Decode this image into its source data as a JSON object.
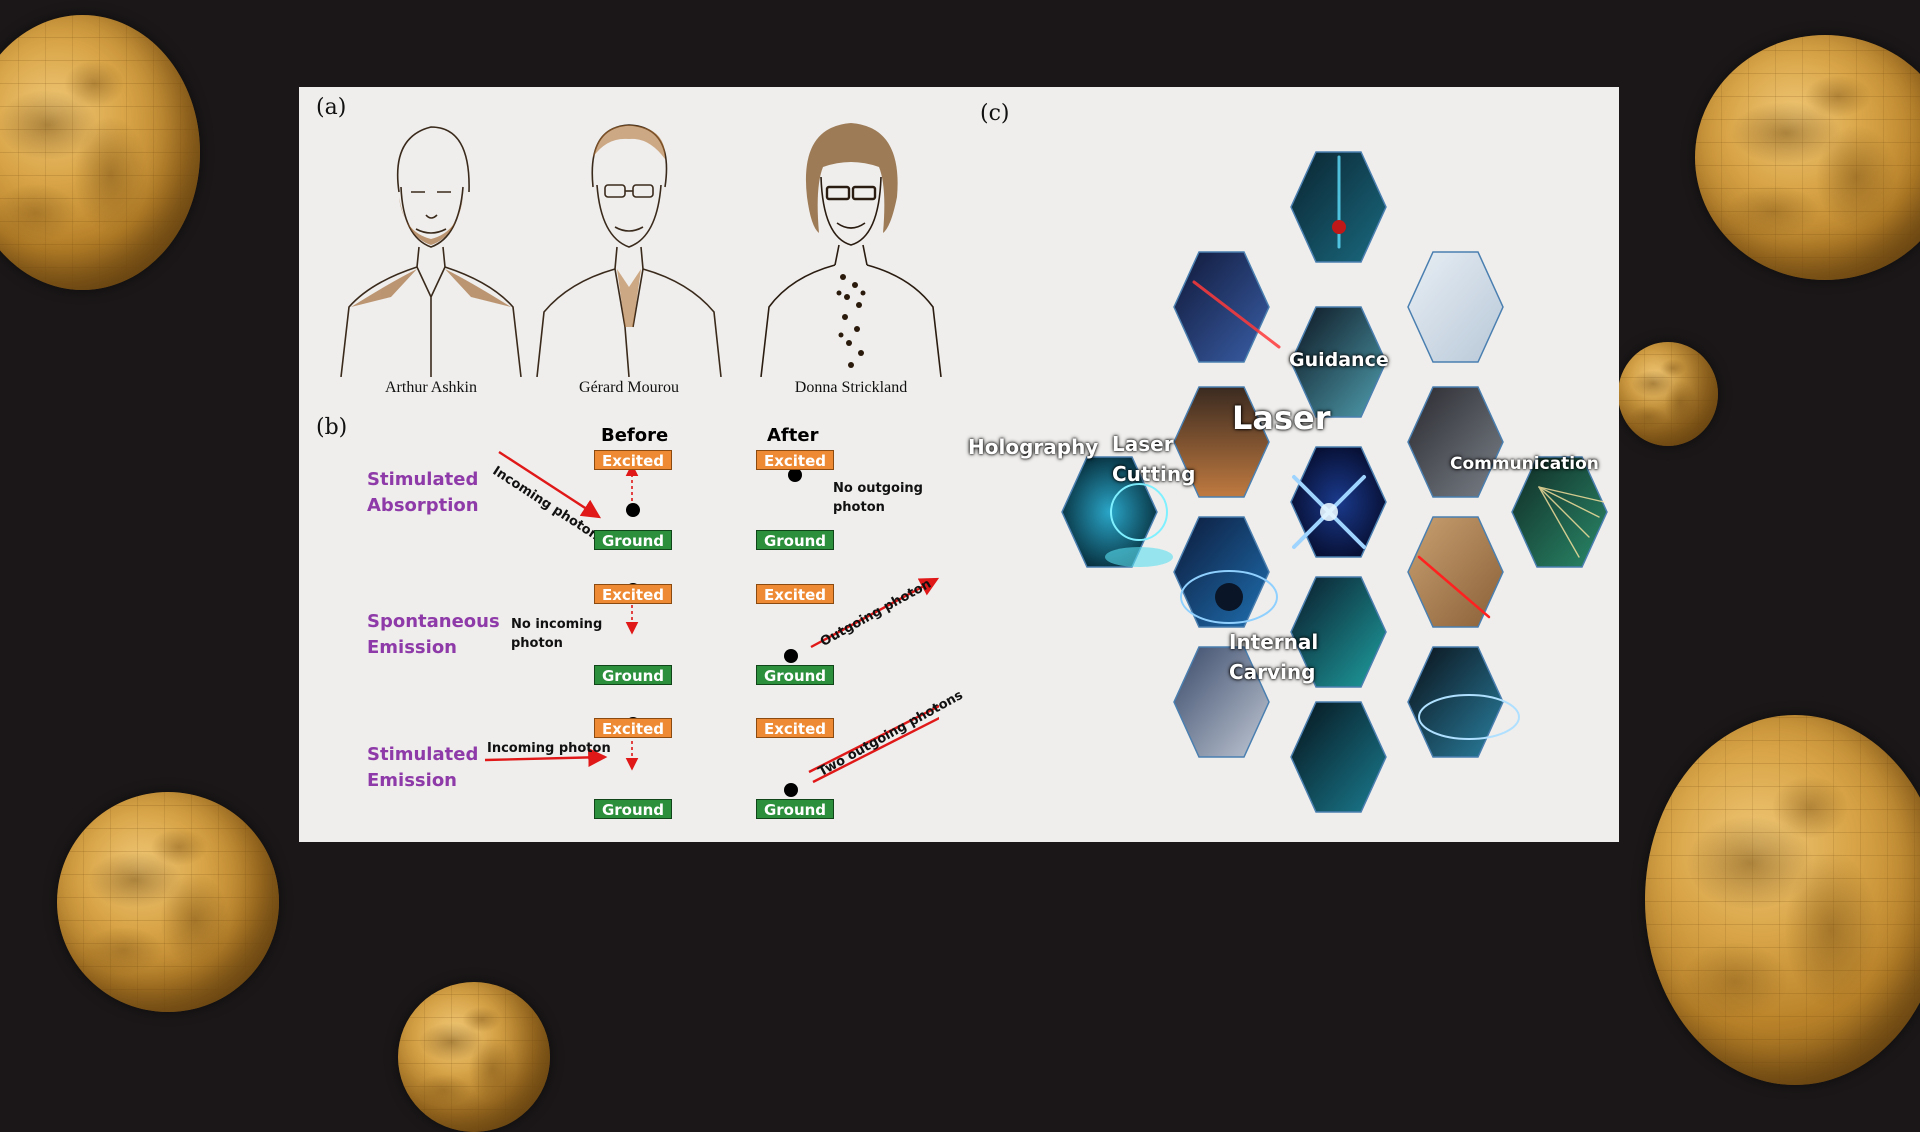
{
  "figure": {
    "panel_a": {
      "label": "(a)",
      "people": [
        "Arthur Ashkin",
        "Gérard Mourou",
        "Donna Strickland"
      ]
    },
    "panel_b": {
      "label": "(b)",
      "before": "Before",
      "after": "After",
      "excited": "Excited",
      "ground": "Ground",
      "processes": [
        {
          "name_line1": "Stimulated",
          "name_line2": "Absorption",
          "incoming": "Incoming photon",
          "after_note_line1": "No outgoing",
          "after_note_line2": "photon"
        },
        {
          "name_line1": "Spontaneous",
          "name_line2": "Emission",
          "before_note_line1": "No incoming",
          "before_note_line2": "photon",
          "outgoing": "Outgoing photon"
        },
        {
          "name_line1": "Stimulated",
          "name_line2": "Emission",
          "incoming": "Incoming photon",
          "outgoing": "Two outgoing photons"
        }
      ]
    },
    "panel_c": {
      "label": "(c)",
      "center": "Laser",
      "applications": {
        "guidance": "Guidance",
        "holography": "Holography",
        "laser_cutting_1": "Laser",
        "laser_cutting_2": "Cutting",
        "communication": "Communication",
        "internal_carving_1": "Internal",
        "internal_carving_2": "Carving"
      }
    }
  },
  "colors": {
    "background": "#1b1718",
    "figure_bg": "#efeeec",
    "process_purple": "#8e3aa8",
    "excited_orange": "#ee8a33",
    "ground_green": "#2b8f3c",
    "photon_red": "#e01818",
    "globe_gold": "#d9a548"
  }
}
